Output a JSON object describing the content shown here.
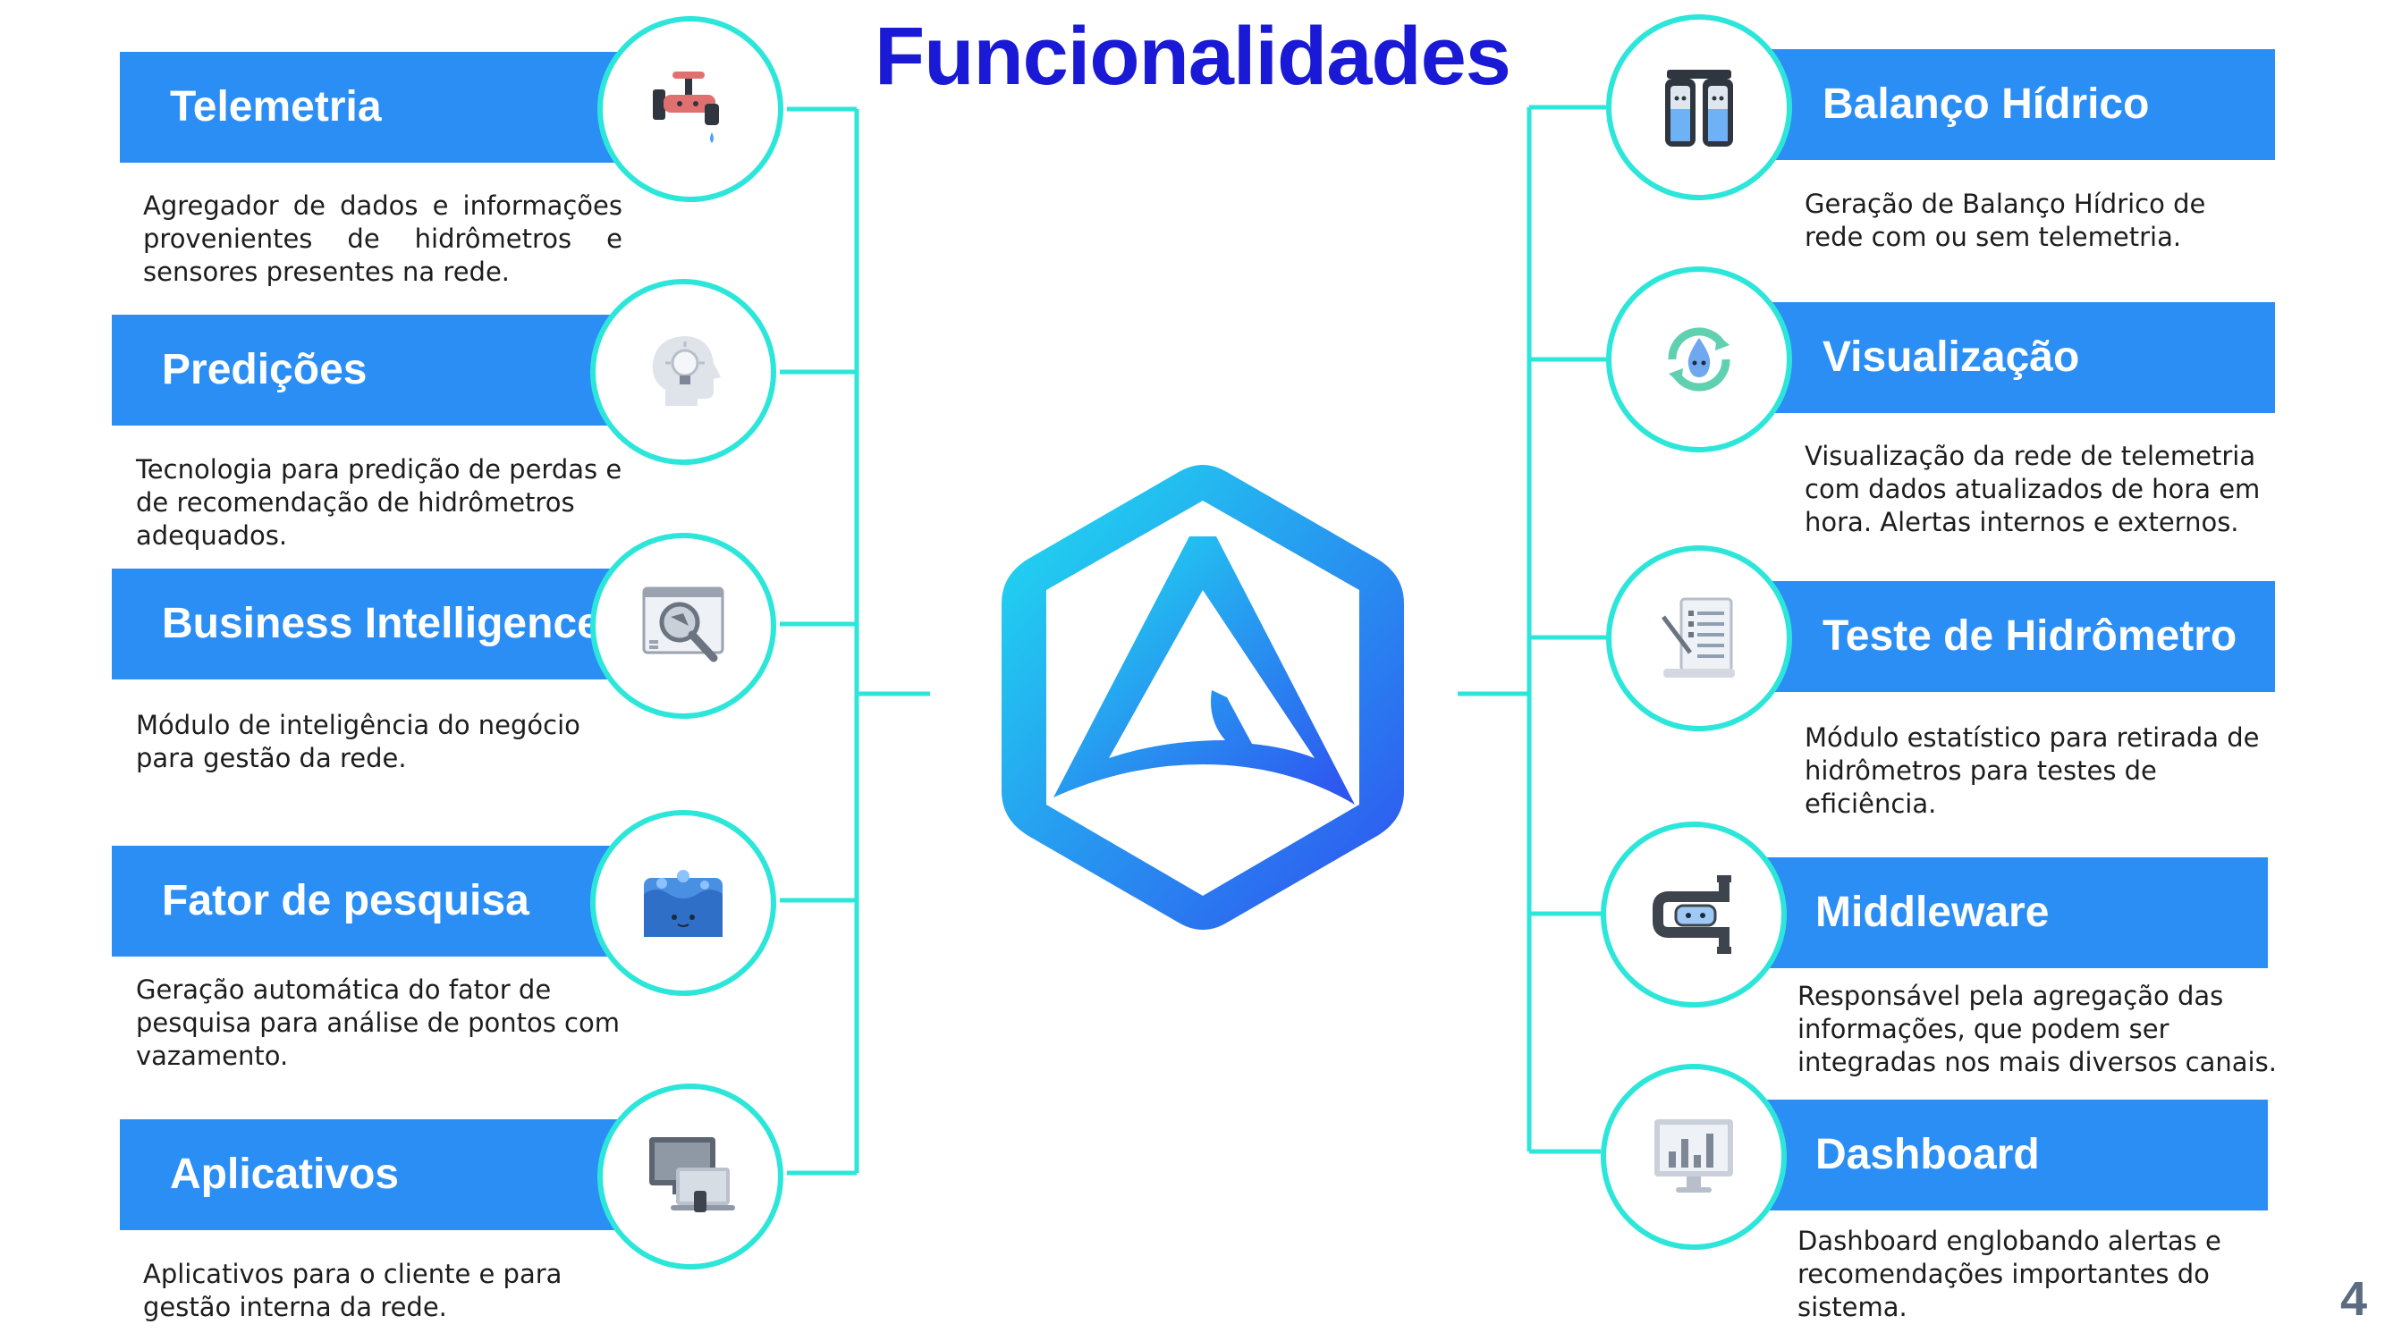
{
  "title": "Funcionalidades",
  "page_number": "4",
  "colors": {
    "banner": "#2b8ef5",
    "title": "#1a1ad6",
    "connector": "#2ce6da",
    "logo_start": "#1fe0f0",
    "logo_end": "#2f4ff0"
  },
  "left_features": [
    {
      "label": "Telemetria",
      "icon": "faucet-icon",
      "description": "Agregador de dados e informações provenientes de hidrômetros e sensores presentes na rede."
    },
    {
      "label": "Predições",
      "icon": "head-lightbulb-icon",
      "description": "Tecnologia para predição de perdas e de recomendação de hidrômetros adequados."
    },
    {
      "label": "Business Intelligence",
      "icon": "magnifier-chart-icon",
      "description": "Módulo de inteligência do negócio para gestão da rede."
    },
    {
      "label": "Fator de pesquisa",
      "icon": "water-tank-icon",
      "description": "Geração automática do fator de pesquisa para análise de pontos com vazamento."
    },
    {
      "label": "Aplicativos",
      "icon": "devices-icon",
      "description": "Aplicativos para o cliente e para gestão interna da rede."
    }
  ],
  "right_features": [
    {
      "label": "Balanço Hídrico",
      "icon": "water-filter-icon",
      "description": "Geração de Balanço Hídrico de rede com ou sem telemetria."
    },
    {
      "label": "Visualização",
      "icon": "water-cycle-icon",
      "description": "Visualização da rede de telemetria com dados atualizados de hora em hora. Alertas internos e externos."
    },
    {
      "label": "Teste de Hidrômetro",
      "icon": "checklist-icon",
      "description": "Módulo estatístico para retirada de hidrômetros para testes de eficiência."
    },
    {
      "label": "Middleware",
      "icon": "pipes-icon",
      "description": "Responsável pela agregação das informações, que podem ser integradas nos mais diversos canais."
    },
    {
      "label": "Dashboard",
      "icon": "monitor-chart-icon",
      "description": "Dashboard englobando alertas e recomendações importantes do sistema."
    }
  ]
}
